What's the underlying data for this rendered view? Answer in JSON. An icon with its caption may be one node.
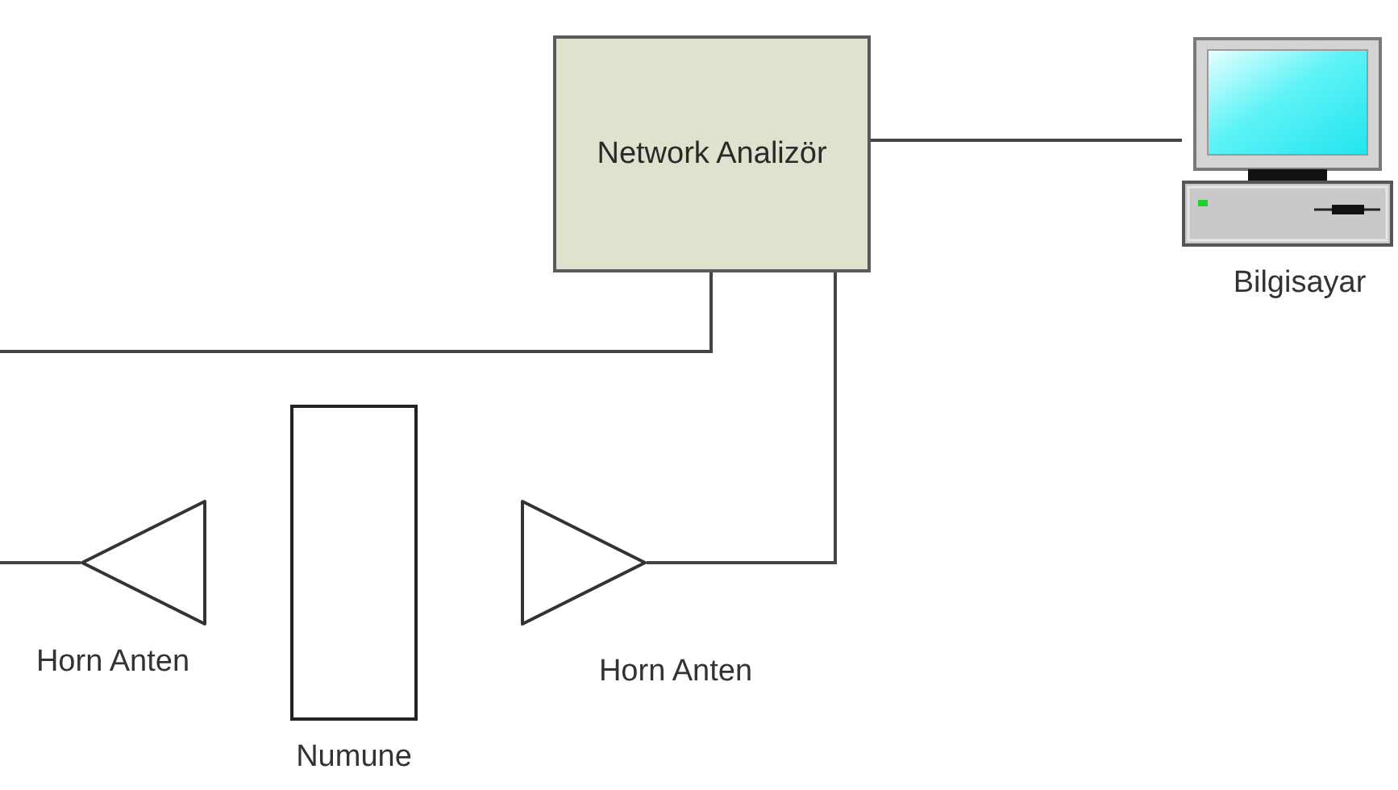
{
  "diagram": {
    "nodes": [
      {
        "text": [
          "Network Analizör"
        ]
      },
      {
        "text": [],
        "shape": "picture",
        "beside": [
          "Bilgisayar"
        ]
      },
      {
        "text": [],
        "shape": "triangle",
        "beside": [
          "Horn Anten"
        ]
      },
      {
        "text": [],
        "shape": "box",
        "beside": [
          "Numune"
        ]
      },
      {
        "text": [],
        "shape": "triangle",
        "beside": [
          "Horn Anten"
        ]
      }
    ],
    "edges": [
      {
        "from": 0,
        "to": 1,
        "arrow": "none"
      },
      {
        "from": 0,
        "to": null,
        "arrow": "none"
      },
      {
        "from": null,
        "to": 2,
        "arrow": "none"
      },
      {
        "from": 0,
        "to": 4,
        "arrow": "none"
      }
    ]
  }
}
